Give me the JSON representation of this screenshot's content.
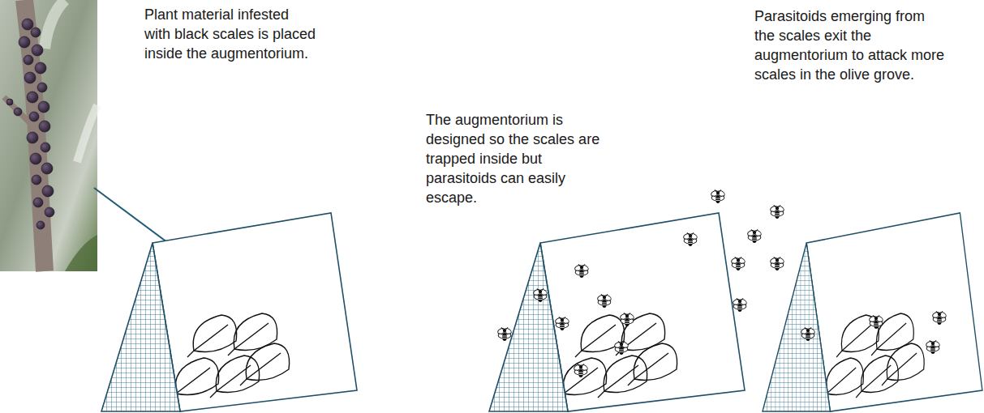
{
  "diagram": {
    "labels": [
      "Plant material infested with black scales is placed inside the augmentorium.",
      "The augmentorium is designed so the scales are trapped inside but parasitoids can easily escape.",
      "Parasitoids emerging from the scales exit the augmentorium to attack more scales in the olive grove."
    ]
  }
}
